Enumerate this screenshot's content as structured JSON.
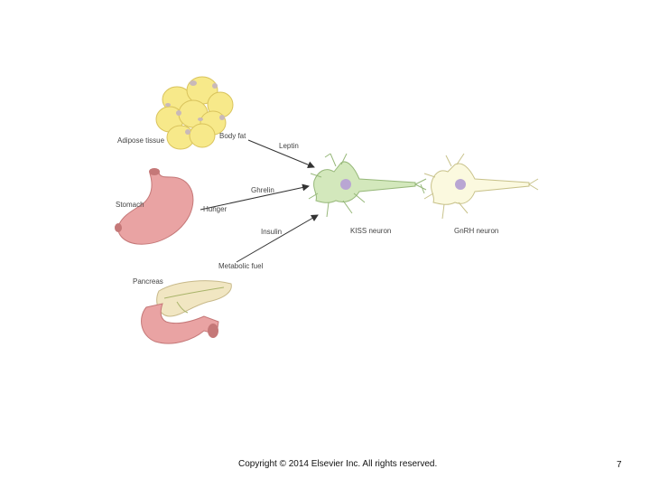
{
  "labels": {
    "adipose": "Adipose tissue",
    "body_fat": "Body fat",
    "leptin": "Leptin",
    "stomach": "Stomach",
    "hunger": "Hunger",
    "ghrelin": "Ghrelin",
    "insulin": "Insulin",
    "metabolic_fuel": "Metabolic fuel",
    "pancreas": "Pancreas",
    "kiss_neuron": "KISS neuron",
    "gnrh_neuron": "GnRH neuron"
  },
  "footer": {
    "copyright": "Copyright © 2014 Elsevier Inc. All rights reserved.",
    "page_number": "7"
  },
  "colors": {
    "fat": "#f7e98a",
    "fat_edge": "#d9c35c",
    "stomach": "#e9a3a3",
    "stomach_edge": "#c57878",
    "pancreas": "#f1e6c2",
    "kiss_neuron": "#d3e8bc",
    "gnrh_neuron": "#fbf9df",
    "arrow": "#333333"
  }
}
